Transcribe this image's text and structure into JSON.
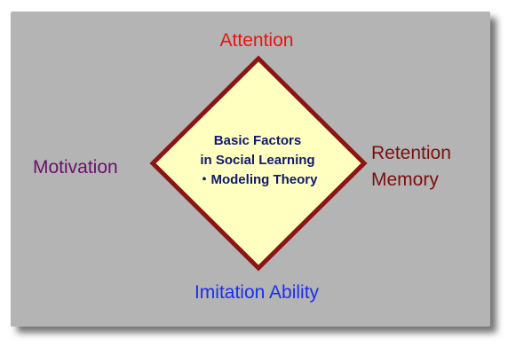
{
  "diagram": {
    "nodes": {
      "top": "Attention",
      "bottom": "Imitation Ability",
      "left": "Motivation",
      "right": [
        "Retention",
        "Memory"
      ]
    },
    "center": [
      "Basic Factors",
      "in Social Learning",
      "・Modeling Theory"
    ]
  },
  "colors": {
    "background": "#b4b4b4",
    "diamond_fill": "#ffffc0",
    "diamond_stroke": "#8b1515",
    "top": "#e8140e",
    "bottom": "#1a2ef0",
    "left": "#6b0f6b",
    "right": "#7a0f0f",
    "center_text": "#0f1a6e"
  }
}
